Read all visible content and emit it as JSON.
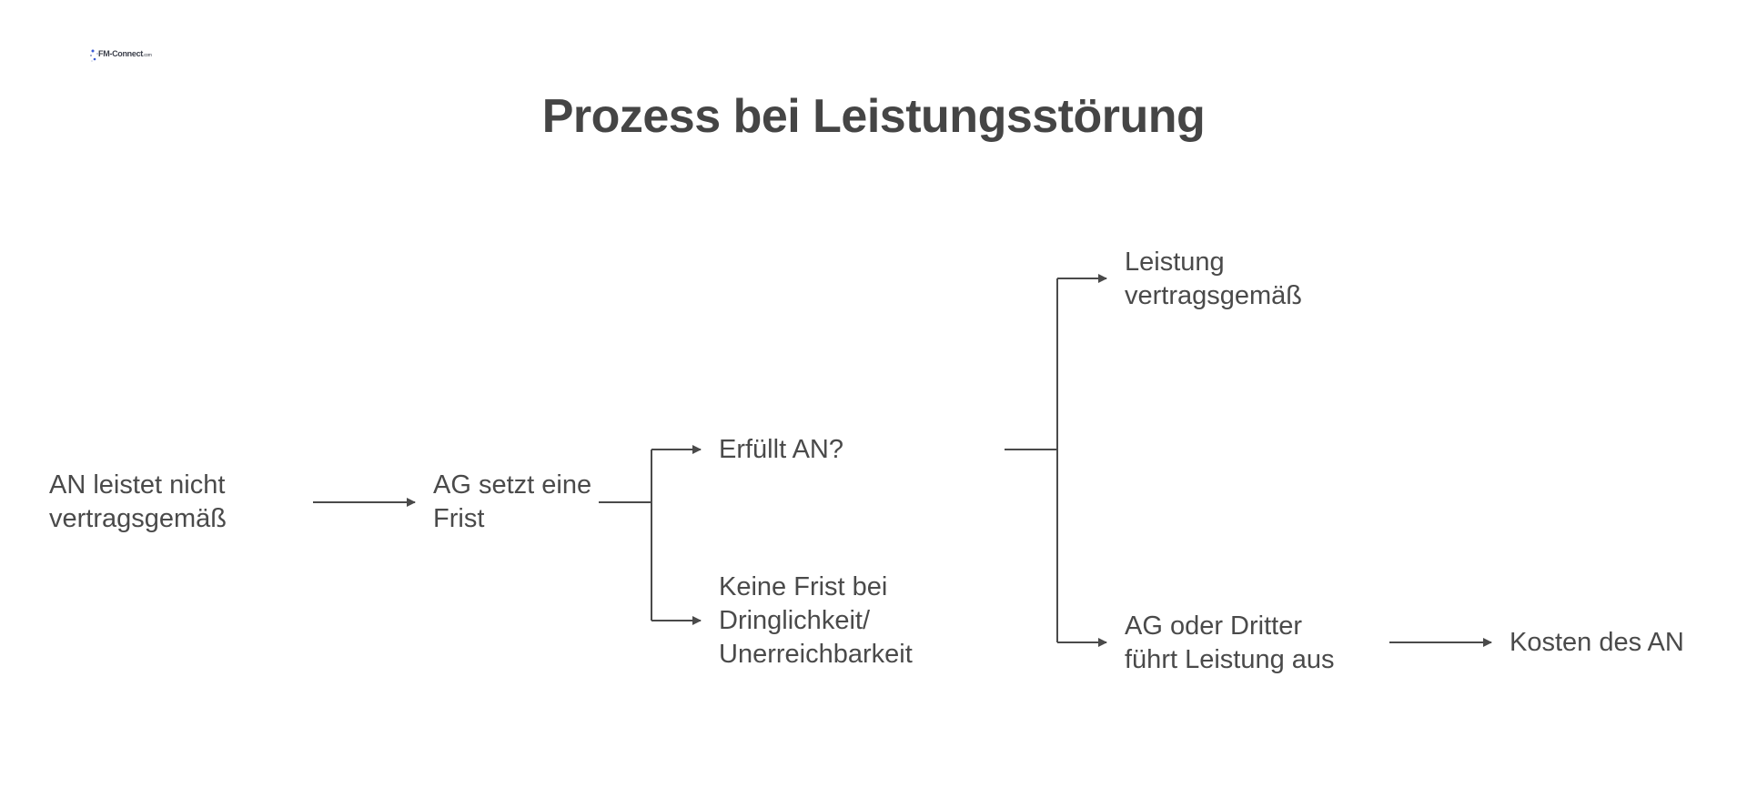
{
  "logo": {
    "text": "FM-Connect",
    "suffix": ".com"
  },
  "title": "Prozess bei Leistungsstörung",
  "nodes": {
    "an_leistet_nicht": {
      "lines": [
        "AN leistet nicht",
        "vertragsgemäß"
      ]
    },
    "ag_setzt_frist": {
      "lines": [
        "AG setzt eine",
        "Frist"
      ]
    },
    "erfuellt_an": {
      "lines": [
        "Erfüllt AN?"
      ]
    },
    "keine_frist": {
      "lines": [
        "Keine Frist bei",
        "Dringlichkeit/",
        "Unerreichbarkeit"
      ]
    },
    "leistung_vertragsgemaess": {
      "lines": [
        "Leistung",
        "vertragsgemäß"
      ]
    },
    "ag_oder_dritter": {
      "lines": [
        "AG oder Dritter",
        "führt Leistung aus"
      ]
    },
    "kosten_des_an": {
      "lines": [
        "Kosten des AN"
      ]
    }
  },
  "colors": {
    "text": "#4a4a4a",
    "title": "#454545",
    "line": "#4a4a4a",
    "logo_accent": "#3b5bd6"
  }
}
